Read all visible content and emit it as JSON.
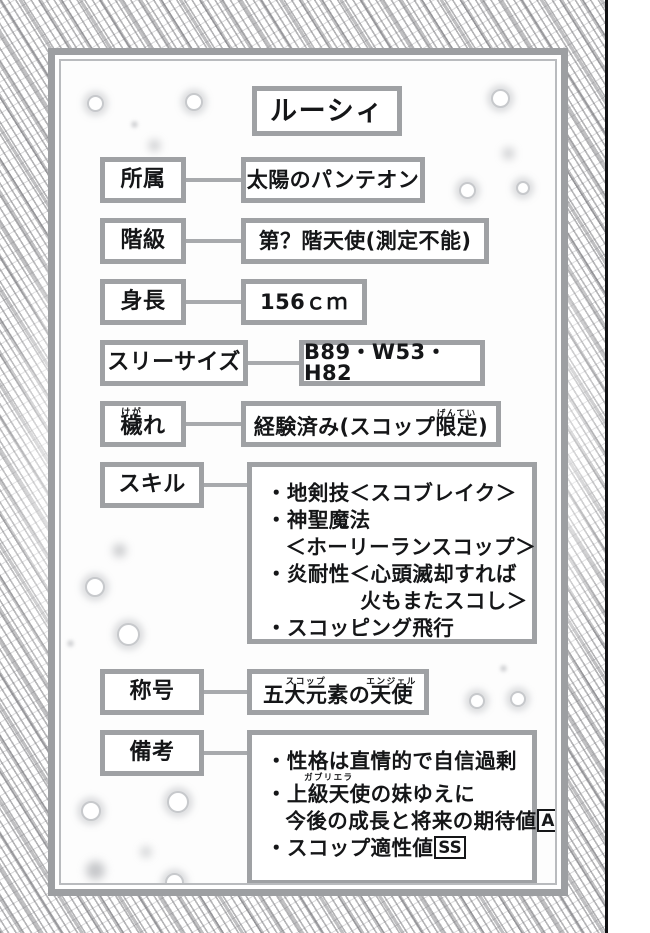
{
  "page": {
    "kind": "manga-character-profile-panel",
    "colors": {
      "frame": "#9fa1a4",
      "ink": "#151618",
      "connector": "#a8aaad",
      "paper": "#ffffff"
    }
  },
  "profile": {
    "name": "ルーシィ",
    "rows": [
      {
        "id": "affiliation",
        "label": "所属",
        "value": "太陽のパンテオン"
      },
      {
        "id": "rank",
        "label": "階級",
        "value": "第？階天使(測定不能)"
      },
      {
        "id": "height",
        "label": "身長",
        "value": "156ｃｍ"
      },
      {
        "id": "three-sizes",
        "label": "スリーサイズ",
        "value": "B89・W53・H82"
      },
      {
        "id": "defilement",
        "label": "穢れ",
        "label_ruby_base": "穢",
        "label_ruby_text": "けが",
        "label_ruby_tail": "れ",
        "value_pre": "経験済み(スコップ",
        "value_ruby_base": "限定",
        "value_ruby_text": "げんてい",
        "value_post": ")"
      },
      {
        "id": "skills",
        "label": "スキル",
        "lines": [
          "・地剣技＜スコブレイク＞",
          "・神聖魔法",
          "＜ホーリーランスコップ＞",
          "・炎耐性＜心頭滅却すれば",
          "火もまたスコし＞",
          "・スコッピング飛行"
        ]
      },
      {
        "id": "title",
        "label": "称号",
        "value_ruby_base_1": "五大元素",
        "value_ruby_text_1": "スコップ",
        "value_mid": "の",
        "value_ruby_base_2": "天使",
        "value_ruby_text_2": "エンジェル"
      },
      {
        "id": "remarks",
        "label": "備考",
        "lines": [
          "・性格は直情的で自信過剰",
          "・上級天使の妹ゆえに",
          "今後の成長と将来の期待値",
          "・スコップ適性値"
        ],
        "line2_ruby_base": "上級天使",
        "line2_ruby_text": "ガブリエラ",
        "line2_tail": "の妹ゆえに",
        "expectation_rank": "A",
        "aptitude_rank": "SS"
      }
    ]
  }
}
